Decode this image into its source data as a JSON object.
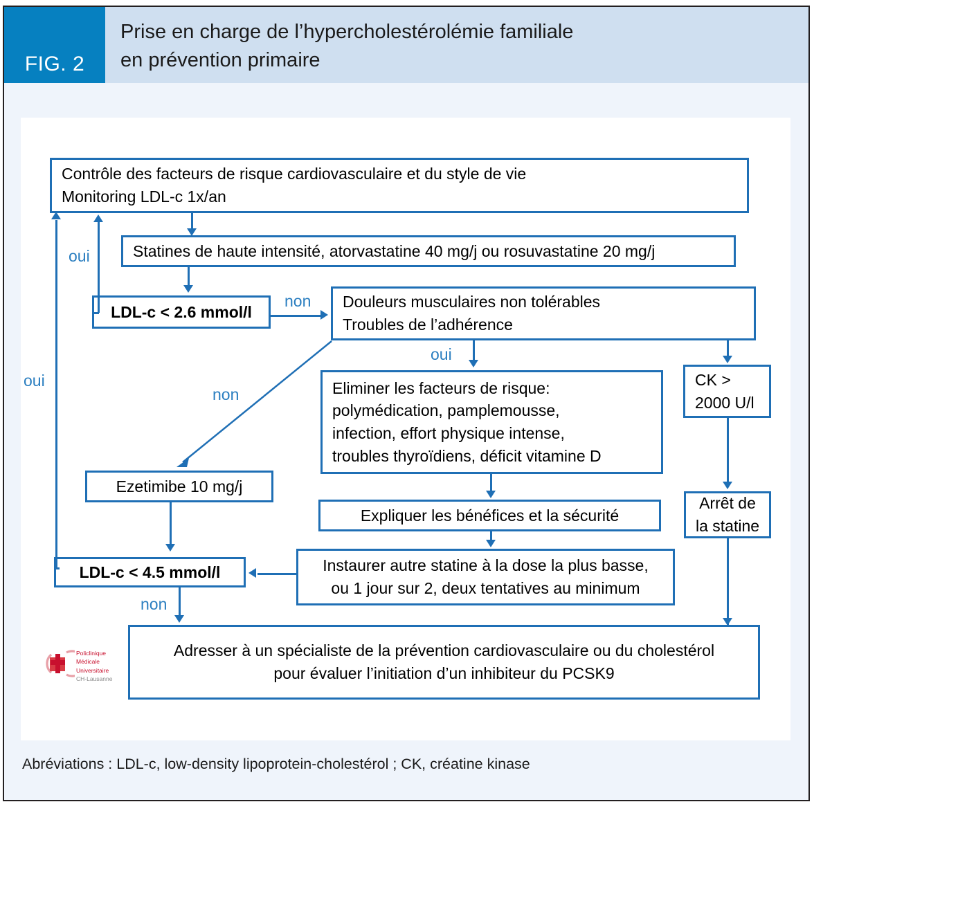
{
  "header": {
    "fig_label": "FIG. 2",
    "title_line1": "Prise en charge de l’hypercholestérolémie familiale",
    "title_line2": "en prévention primaire",
    "tag_color": "#0680C0",
    "bar_color": "#CFDFF0"
  },
  "flowchart": {
    "accent_color": "#1F6FB5",
    "label_color": "#2A7EC0",
    "boxes": {
      "control": {
        "line1": "Contrôle des facteurs de risque cardiovasculaire et du style de vie",
        "line2": "Monitoring LDL-c 1x/an"
      },
      "statins": {
        "line1": "Statines de haute intensité, atorvastatine 40 mg/j ou rosuvastatine 20 mg/j"
      },
      "ldl26": {
        "line1": "LDL-c < 2.6 mmol/l"
      },
      "muscle_pain": {
        "line1": "Douleurs musculaires non tolérables",
        "line2": "Troubles de l’adhérence"
      },
      "ck": {
        "line1": "CK >",
        "line2": "2000 U/l"
      },
      "eliminate": {
        "line1": "Eliminer les facteurs de risque:",
        "line2": "polymédication, pamplemousse,",
        "line3": "infection, effort physique intense,",
        "line4": "troubles thyroïdiens, déficit vitamine D"
      },
      "ezetimibe": {
        "line1": "Ezetimibe 10 mg/j"
      },
      "explain": {
        "line1": "Expliquer les bénéfices et la sécurité"
      },
      "stop_statin": {
        "line1": "Arrêt de",
        "line2": "la statine"
      },
      "restart": {
        "line1": "Instaurer autre statine à la dose la plus basse,",
        "line2": "ou 1 jour sur 2, deux tentatives au minimum"
      },
      "ldl45": {
        "line1": "LDL-c < 4.5 mmol/l"
      },
      "specialist": {
        "line1": "Adresser à un spécialiste de la prévention cardiovasculaire ou du cholestérol",
        "line2": "pour évaluer l’initiation d’un inhibiteur du PCSK9"
      }
    },
    "edge_labels": {
      "oui_far_left": "oui",
      "oui_inner_left": "oui",
      "non_ldl26": "non",
      "oui_muscle": "oui",
      "non_diagonal": "non",
      "non_ldl45": "non"
    }
  },
  "logo": {
    "line1": "Policlinique",
    "line2": "Médicale",
    "line3": "Universitaire",
    "line4": "CH-Lausanne"
  },
  "footer": {
    "abbreviations": "Abréviations : LDL-c, low-density lipoprotein-cholestérol ; CK, créatine kinase"
  }
}
